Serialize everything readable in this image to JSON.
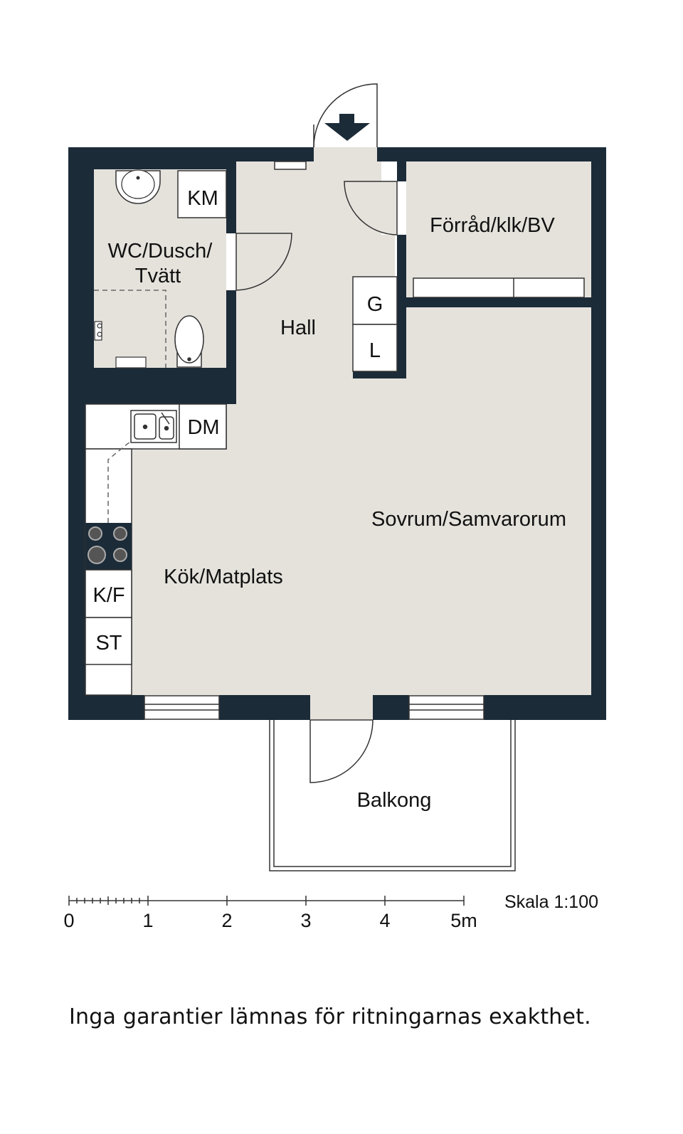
{
  "colors": {
    "wall": "#1c2b38",
    "floor": "#e5e2dc",
    "white": "#ffffff",
    "line": "#333333"
  },
  "rooms": {
    "wc": [
      "WC/Dusch/",
      "Tvätt"
    ],
    "hall": "Hall",
    "storage": "Förråd/klk/BV",
    "bedroom": "Sovrum/Samvarorum",
    "kitchen": "Kök/Matplats",
    "balcony": "Balkong"
  },
  "fixtures": {
    "km": "KM",
    "g": "G",
    "l": "L",
    "dm": "DM",
    "kf": "K/F",
    "st": "ST"
  },
  "scale": {
    "ticks": [
      "0",
      "1",
      "2",
      "3",
      "4",
      "5m"
    ],
    "label": "Skala 1:100"
  },
  "disclaimer": "Inga garantier lämnas för ritningarnas exakthet."
}
